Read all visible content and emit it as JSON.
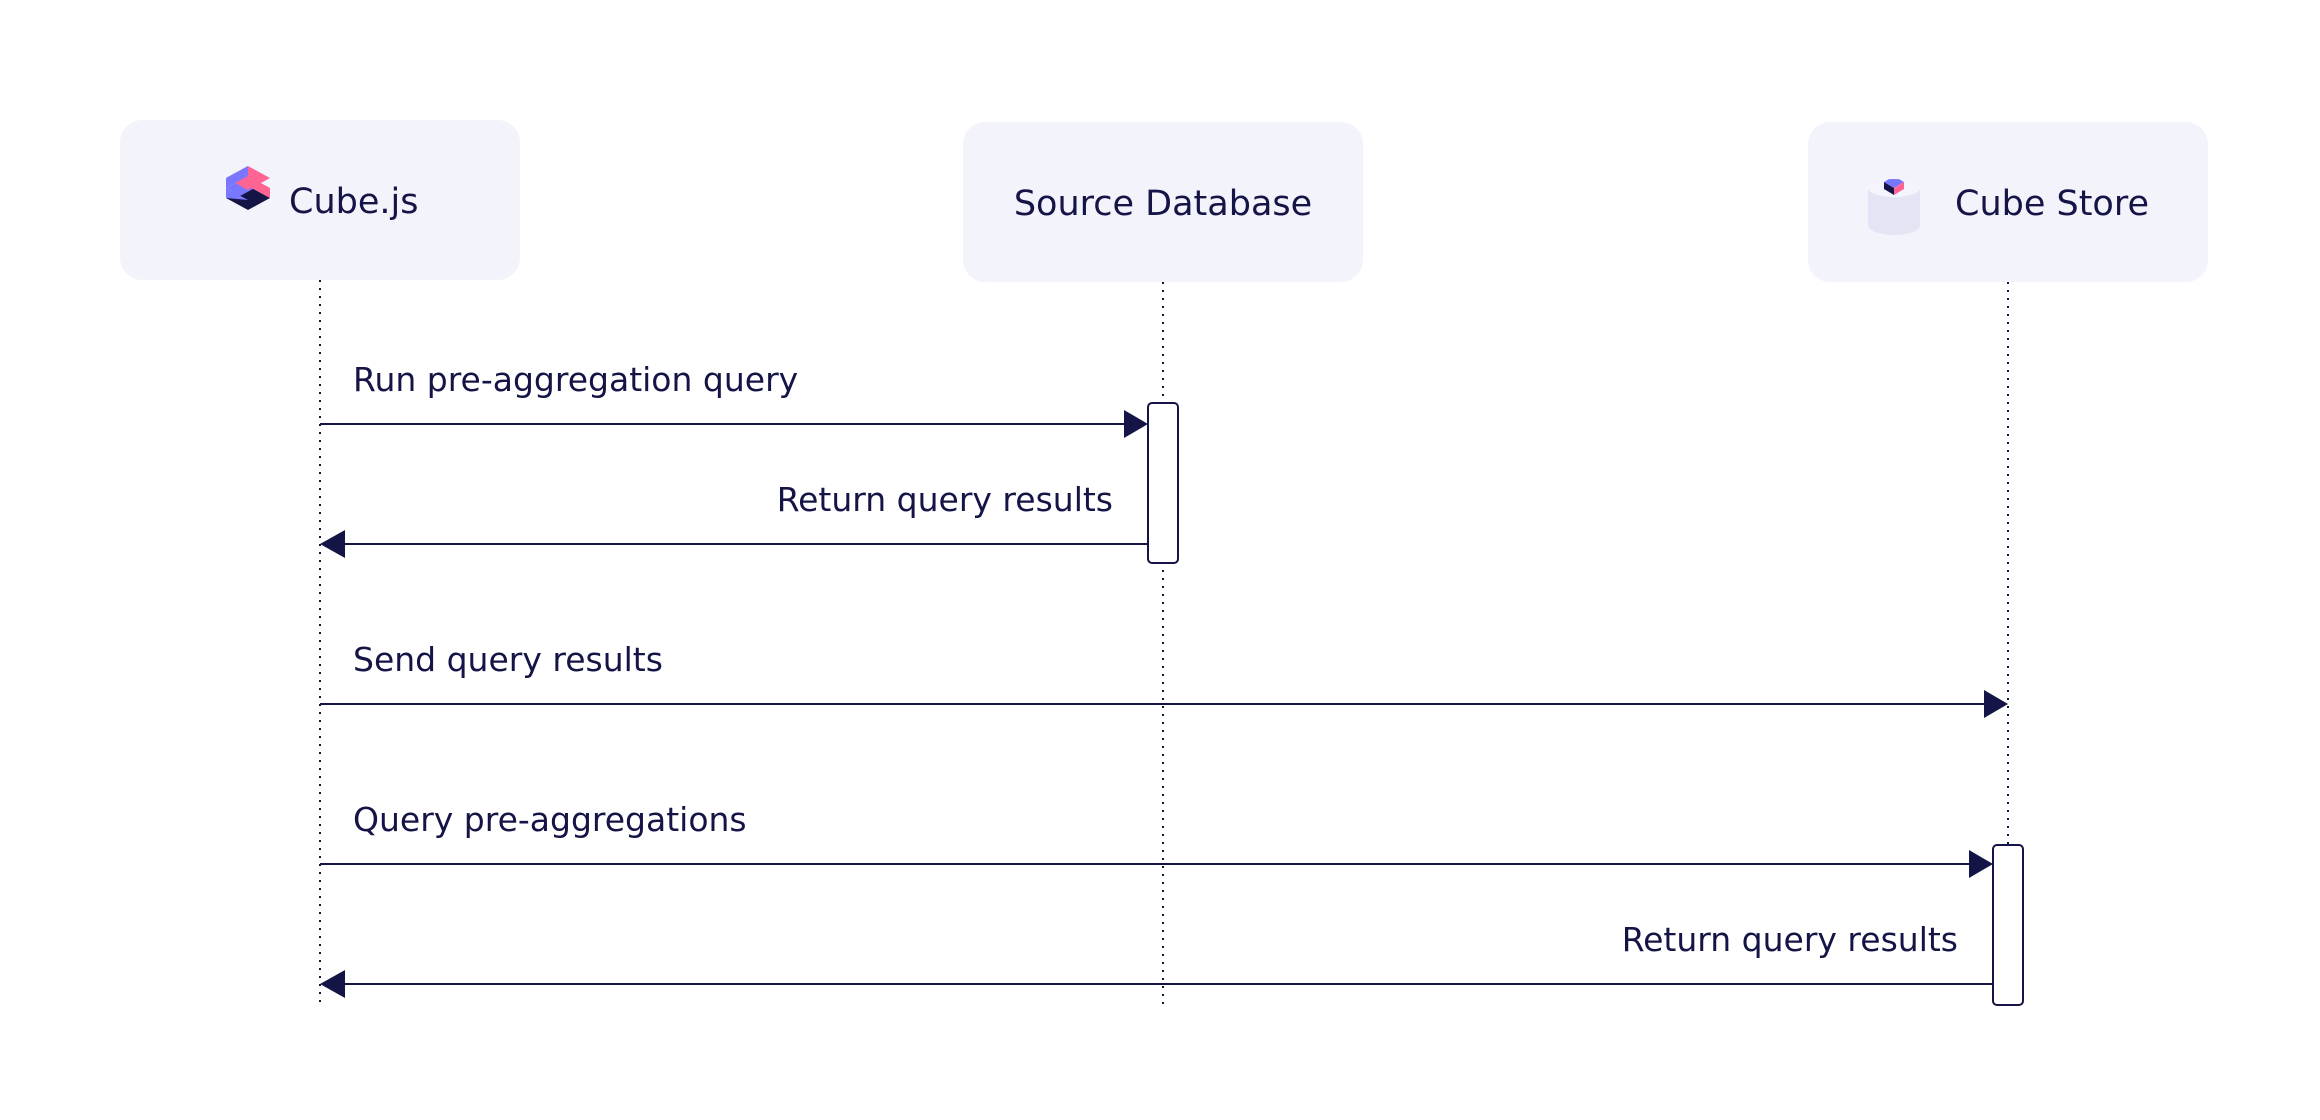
{
  "colors": {
    "background": "#ffffff",
    "participant_box": "#f3f3fb",
    "ink": "#141446",
    "logo_pink": "#ff6492",
    "logo_purple": "#7a77ff",
    "logo_navy": "#141446",
    "store_body": "#e4e4f4"
  },
  "participants": [
    {
      "id": "cubejs",
      "label": "Cube.js",
      "icon": "cubejs-logo-icon"
    },
    {
      "id": "source-db",
      "label": "Source Database",
      "icon": ""
    },
    {
      "id": "cube-store",
      "label": "Cube Store",
      "icon": "cube-store-icon"
    }
  ],
  "messages": [
    {
      "label": "Run pre-aggregation query",
      "from": "cubejs",
      "to": "source-db"
    },
    {
      "label": "Return query results",
      "from": "source-db",
      "to": "cubejs"
    },
    {
      "label": "Send query results",
      "from": "cubejs",
      "to": "cube-store"
    },
    {
      "label": "Query pre-aggregations",
      "from": "cubejs",
      "to": "cube-store"
    },
    {
      "label": "Return query results",
      "from": "cube-store",
      "to": "cubejs"
    }
  ]
}
